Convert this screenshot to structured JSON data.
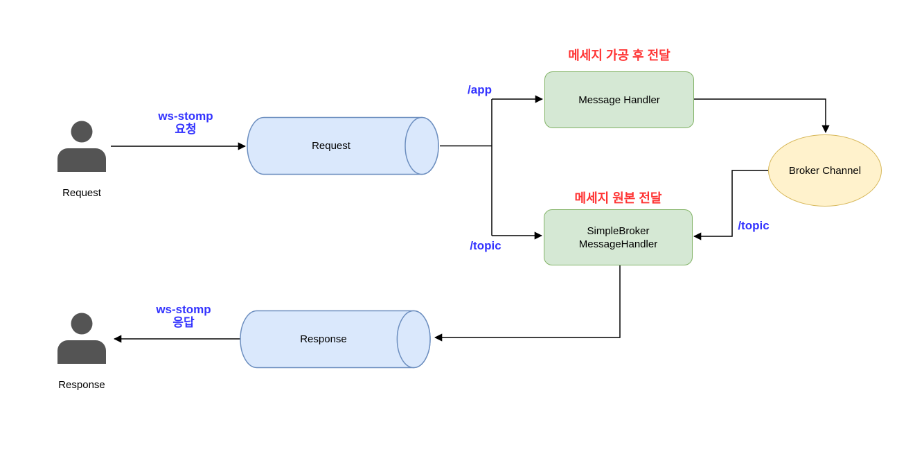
{
  "colors": {
    "background": "#ffffff",
    "edge": "#000000",
    "text": "#000000",
    "cylinder_fill": "#dae8fc",
    "cylinder_stroke": "#6c8ebf",
    "box_fill": "#d5e8d4",
    "box_stroke": "#82b366",
    "ellipse_fill": "#fff2cc",
    "ellipse_stroke": "#d6b656",
    "blue_label": "#3333ff",
    "red_label": "#ff3333",
    "actor": "#545454"
  },
  "actors": {
    "request": {
      "label": "Request"
    },
    "response": {
      "label": "Response"
    }
  },
  "nodes": {
    "request_queue": {
      "label": "Request"
    },
    "response_queue": {
      "label": "Response"
    },
    "message_handler": {
      "label": "Message Handler"
    },
    "simple_broker": {
      "line1": "SimpleBroker",
      "line2": "MessageHandler"
    },
    "broker_channel": {
      "label": "Broker Channel"
    }
  },
  "edge_labels": {
    "ws_stomp_request": {
      "line1": "ws-stomp",
      "line2": "요청"
    },
    "ws_stomp_response": {
      "line1": "ws-stomp",
      "line2": "응답"
    },
    "app": "/app",
    "topic_branch": "/topic",
    "topic_broker": "/topic"
  },
  "annotations": {
    "message_handler_note": "메세지 가공 후 전달",
    "simple_broker_note": "메세지 원본 전달"
  }
}
